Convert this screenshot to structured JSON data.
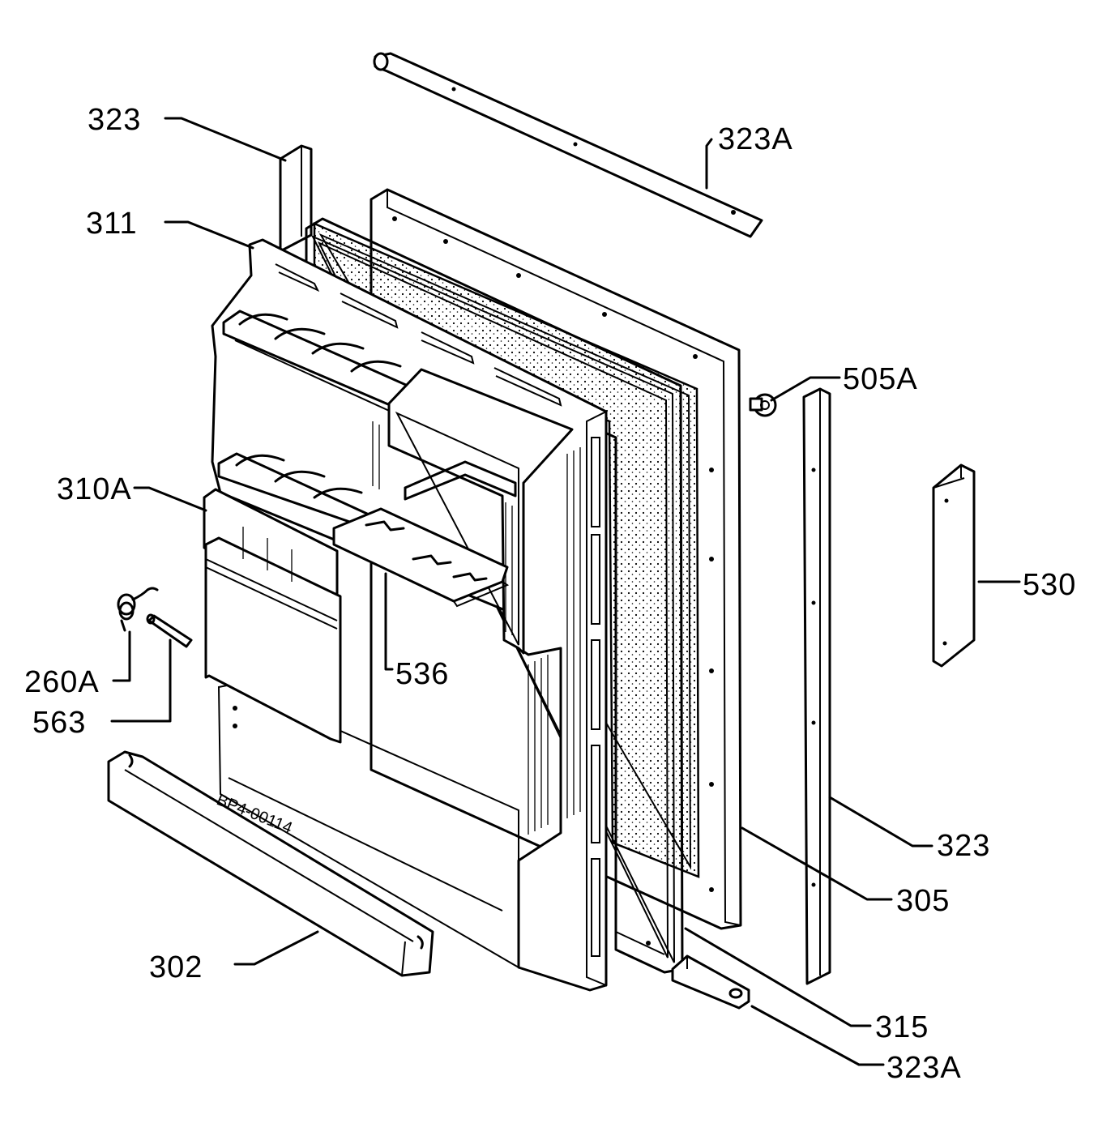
{
  "stamp": "BP4-00114",
  "colors": {
    "ink": "#000000",
    "paper": "#ffffff"
  },
  "labels": {
    "l323_top": "323",
    "l323a_top": "323A",
    "l311": "311",
    "l505a": "505A",
    "l310a": "310A",
    "l530": "530",
    "l260a": "260A",
    "l536": "536",
    "l563": "563",
    "l323_right": "323",
    "l305": "305",
    "l302": "302",
    "l315": "315",
    "l323a_bottom": "323A"
  }
}
